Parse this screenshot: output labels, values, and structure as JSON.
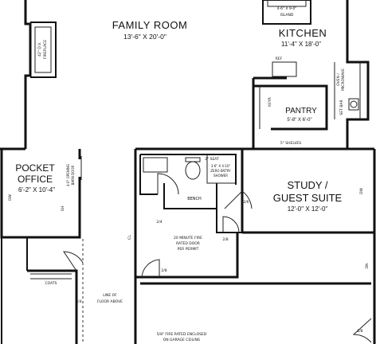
{
  "rooms": {
    "family_room": {
      "name": "FAMILY ROOM",
      "dims": "13'-6\" X 20'-0\""
    },
    "kitchen": {
      "name": "KITCHEN",
      "dims": "11'-4\" X 18'-0\""
    },
    "pantry": {
      "name": "PANTRY",
      "dims": "5'-8\" X 6'-0\""
    },
    "pocket_office": {
      "name_line1": "POCKET",
      "name_line2": "OFFICE",
      "dims": "6'-2\" X 10'-4\""
    },
    "study": {
      "name_line1": "STUDY /",
      "name_line2": "GUEST SUITE",
      "dims": "12'-0\" X 12'-0\""
    }
  },
  "labels": {
    "island_line1": "4-6\" X 9-0\"",
    "island_line2": "ISLAND",
    "fireplace_line1": "42\" D.V.",
    "fireplace_line2": "FIREPLACE",
    "ref": "REF",
    "keyr": "KEYR",
    "set_bar": "SET BAR",
    "oven": "OVEN /",
    "microwave": "MICROWAVE",
    "shelves": "5\" SHELVES",
    "seat": "2\" SEAT",
    "shower_line1": "3-6\" X 4-10\"",
    "shower_line2": "ZERO ENTRY",
    "shower_line3": "SHOWER",
    "bench": "BENCH",
    "barn_door_line1": "4-0\" OPENING",
    "barn_door_line2": "BARN DOOR",
    "coats": "COATS",
    "floor_above_line1": "LINE OF",
    "floor_above_line2": "FLOOR ABOVE",
    "fire_door_line1": "20 MINUTE FIRE",
    "fire_door_line2": "RATED DOOR",
    "fire_door_line3": "PER PERMIT",
    "garage_line1": "5/8\" FIRE RATED ENCLOSED",
    "garage_line2": "ON GARAGE CEILING",
    "door_2_4": "2/4",
    "door_2_6": "2/6",
    "door_2_8": "2/8",
    "door_2_8b": "2/8",
    "door_2_8c": "2/8",
    "door_2_4b": "2/4",
    "closet_cl": "CL",
    "dw": "DW",
    "dw2": "DW",
    "sho": "SH",
    "dn": "DN"
  }
}
